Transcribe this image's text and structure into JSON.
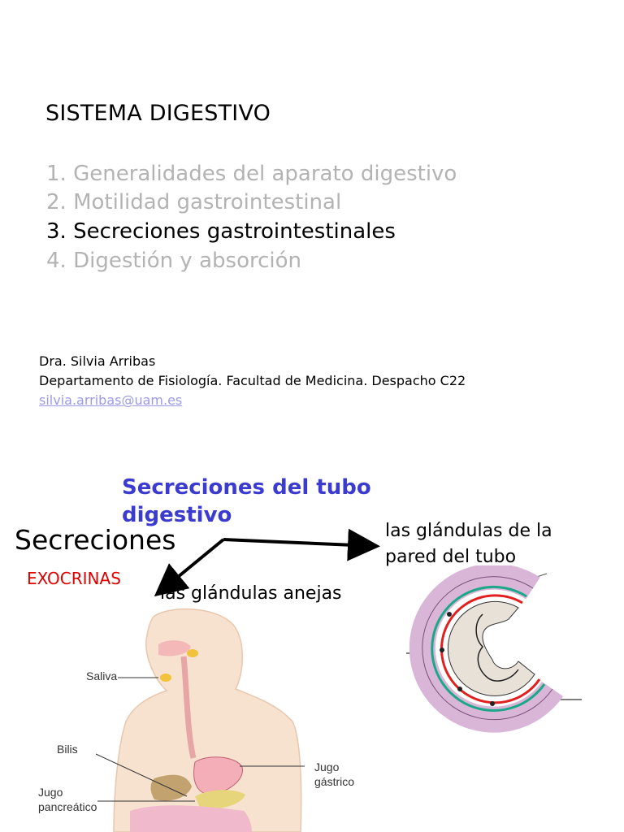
{
  "header": {
    "title": "SISTEMA DIGESTIVO"
  },
  "toc": {
    "items": [
      {
        "label": "1. Generalidades del aparato digestivo",
        "state": "inactive"
      },
      {
        "label": "2. Motilidad gastrointestinal",
        "state": "inactive"
      },
      {
        "label": "3. Secreciones gastrointestinales",
        "state": "active"
      },
      {
        "label": "4. Digestión y absorción",
        "state": "inactive"
      }
    ]
  },
  "author": {
    "name": "Dra. Silvia Arribas",
    "department": "Departamento de Fisiología. Facultad de Medicina. Despacho C22",
    "email": "silvia.arribas@uam.es"
  },
  "slide": {
    "title_line1": "Secreciones del tubo",
    "title_line2": "digestivo",
    "secreciones_label": "Secreciones",
    "exocrinas_label": "EXOCRINAS",
    "pared_line1": "las glándulas de la",
    "pared_line2": "pared del tubo",
    "anejas_label": "las glándulas anejas"
  },
  "figure": {
    "labels": {
      "saliva": "Saliva",
      "bilis": "Bilis",
      "jugo_gastrico_1": "Jugo",
      "jugo_gastrico_2": "gástrico",
      "jugo_pancreatico_1": "Jugo",
      "jugo_pancreatico_2": "pancreático"
    }
  },
  "colors": {
    "inactive_text": "#b3b3b3",
    "slide_title": "#3b3bd0",
    "exocrinas": "#e00000",
    "email_link": "#9a9ae8"
  }
}
